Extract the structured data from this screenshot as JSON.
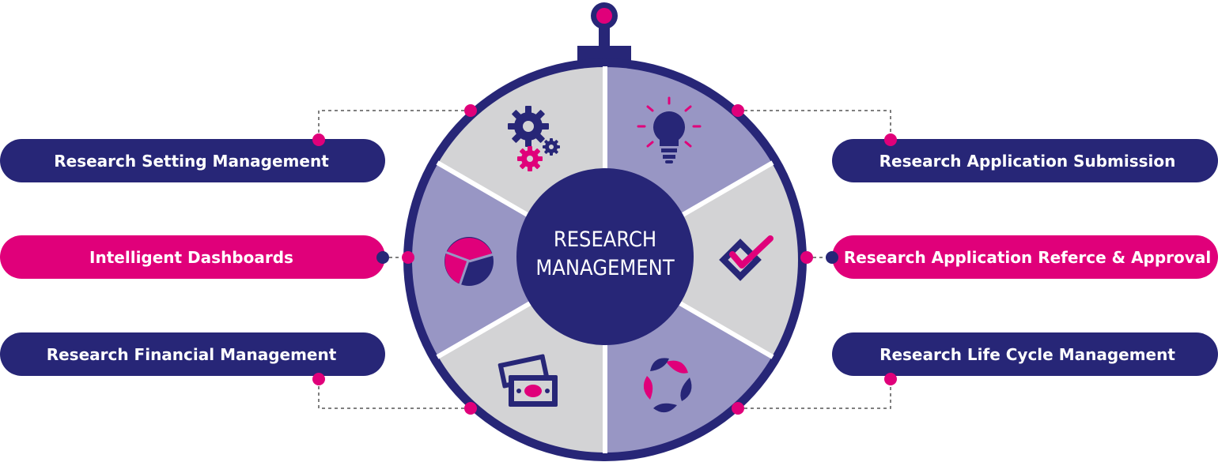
{
  "center": {
    "line1": "RESEARCH",
    "line2": "MANAGEMENT"
  },
  "modules": [
    {
      "label": "Research Setting Management",
      "side": "left",
      "icon": "gears-icon",
      "highlight": false
    },
    {
      "label": "Intelligent Dashboards",
      "side": "left",
      "icon": "pie-chart-icon",
      "highlight": true
    },
    {
      "label": "Research Financial Management",
      "side": "left",
      "icon": "money-icon",
      "highlight": false
    },
    {
      "label": "Research Application Submission",
      "side": "right",
      "icon": "lightbulb-icon",
      "highlight": false
    },
    {
      "label": "Research Application Referce & Approval",
      "side": "right",
      "icon": "checkbox-icon",
      "highlight": true
    },
    {
      "label": "Research Life Cycle Management",
      "side": "right",
      "icon": "cycle-icon",
      "highlight": false
    }
  ],
  "colors": {
    "navy": "#272677",
    "magenta": "#e0007a",
    "lavender": "#9896c4",
    "light_gray": "#d3d3d5"
  }
}
